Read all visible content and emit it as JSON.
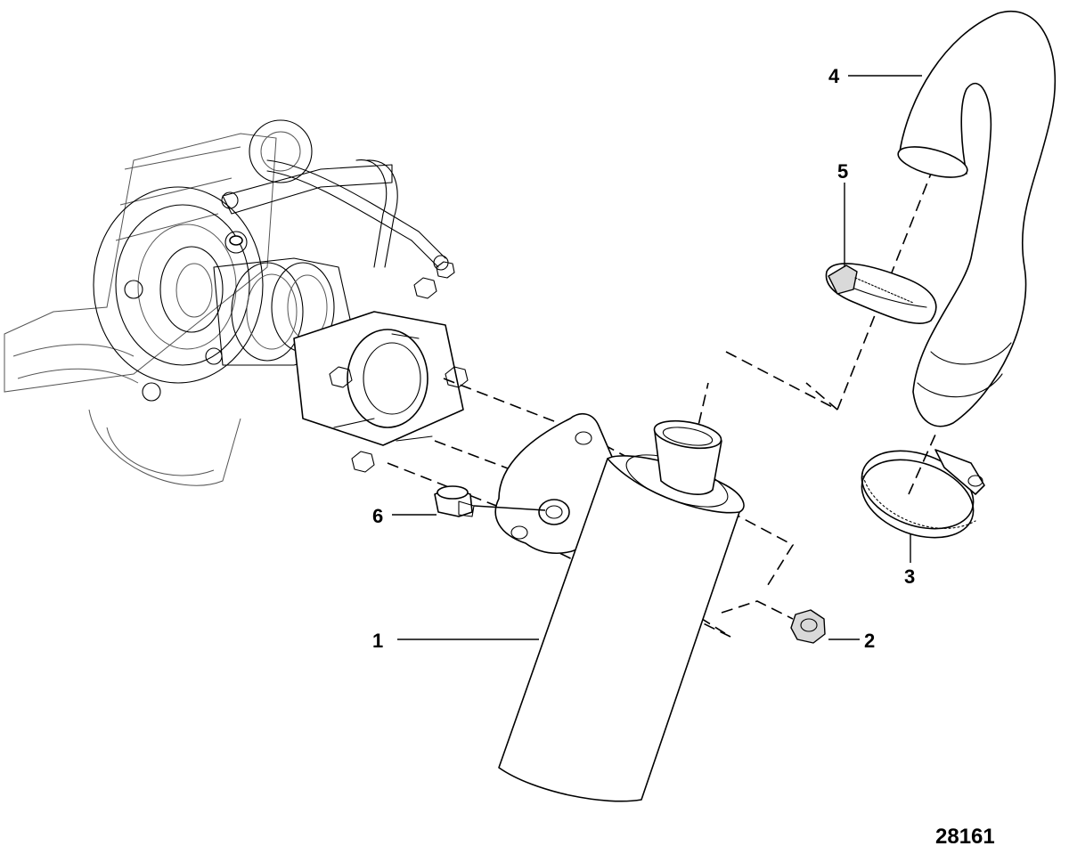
{
  "callouts": {
    "c1": "1",
    "c2": "2",
    "c3": "3",
    "c4": "4",
    "c5": "5",
    "c6": "6"
  },
  "figure_number": "28161"
}
